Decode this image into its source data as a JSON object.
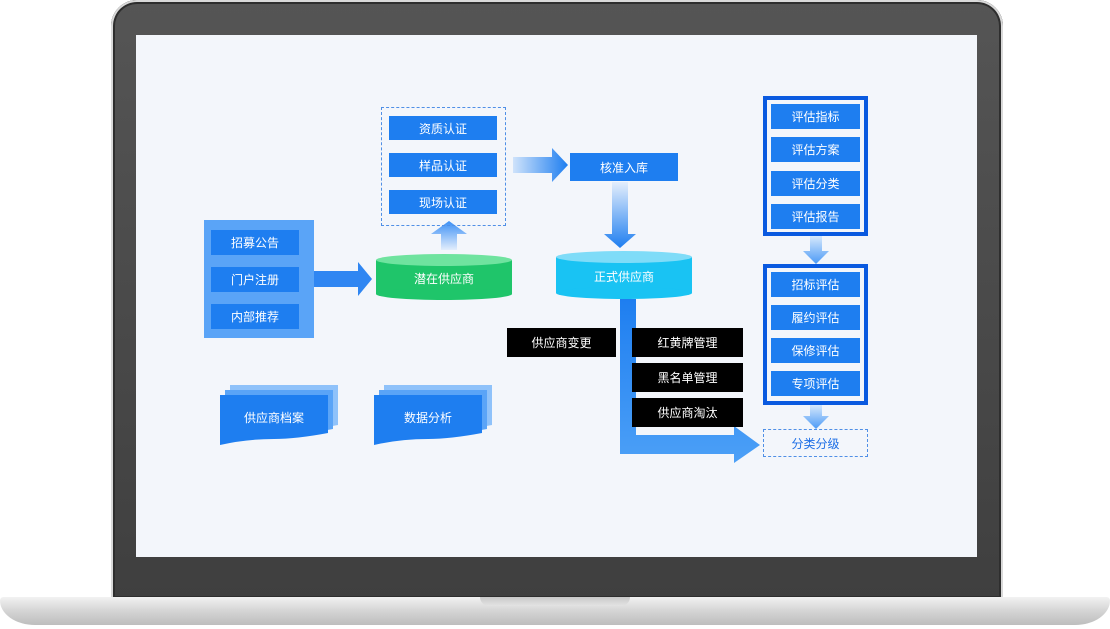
{
  "sources": [
    "招募公告",
    "门户注册",
    "内部推荐"
  ],
  "potential_supplier": "潜在供应商",
  "certifications": [
    "资质认证",
    "样品认证",
    "现场认证"
  ],
  "approval": "核准入库",
  "official_supplier": "正式供应商",
  "supplier_change": "供应商变更",
  "lists": [
    "红黄牌管理",
    "黑名单管理",
    "供应商淘汰"
  ],
  "eval_setup": [
    "评估指标",
    "评估方案",
    "评估分类",
    "评估报告"
  ],
  "eval_types": [
    "招标评估",
    "履约评估",
    "保修评估",
    "专项评估"
  ],
  "classification": "分类分级",
  "docs": [
    "供应商档案",
    "数据分析"
  ],
  "colors": {
    "primary_blue": "#1e7ef0",
    "green": "#1fc56a",
    "cyan": "#19c3f3",
    "dark_blue": "#0a5ae0",
    "black": "#000000"
  }
}
